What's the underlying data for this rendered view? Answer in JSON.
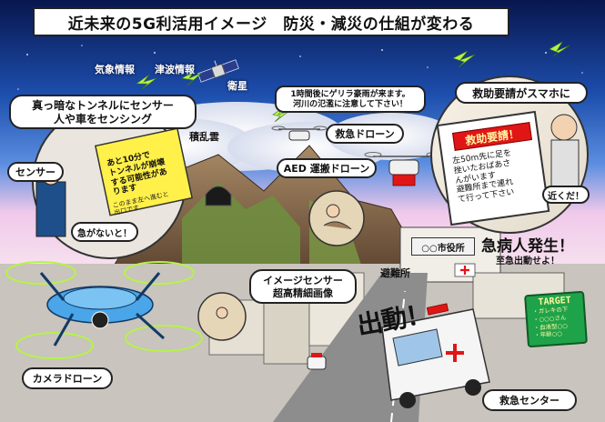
{
  "title": "近未来の5G利活用イメージ　防災・減災の仕組が変わる",
  "sky": {
    "weather_info": "気象情報",
    "tsunami_info": "津波情報",
    "satellite": "衛星",
    "cumulonimbus": "積乱雲"
  },
  "tunnel": {
    "bubble_line1": "真っ暗なトンネルにセンサー",
    "bubble_line2": "人や車をセンシング",
    "sensor_label": "センサー",
    "screen_line1": "あと10分で",
    "screen_line2": "トンネルが崩壊",
    "screen_line3": "する可能性があ",
    "screen_line4": "ります",
    "screen_sub1": "このまま左へ進むと",
    "screen_sub2": "出口です",
    "hurry": "急がないと！"
  },
  "rain_warning": {
    "line1": "1時間後にゲリラ豪雨が来ます。",
    "line2": "河川の氾濫に注意して下さい！"
  },
  "drones": {
    "rescue": "救急ドローン",
    "aed": "AED 運搬ドローン",
    "camera": "カメラドローン"
  },
  "phone": {
    "caption": "救助要請がスマホに",
    "header": "救助要請！",
    "line1": "左50m先に足を",
    "line2": "挫いたおばあさ",
    "line3": "んがいます",
    "line4": "避難所まで連れ",
    "line5": "て行って下さい",
    "nearby": "近くだ！"
  },
  "image_sensor": {
    "line1": "イメージセンサー",
    "line2": "超高精細画像"
  },
  "town": {
    "city_office": "○○市役所",
    "shelter": "避難所"
  },
  "emergency": {
    "title": "急病人発生！",
    "sub": "至急出動せよ！",
    "shutsudo": "出動！",
    "center": "救急センター",
    "target_title": "TARGET",
    "target_line1": "・ガレキの下",
    "target_line2": "・○○○さん",
    "target_line3": "・血液型○○",
    "target_line4": "・年齢○○"
  },
  "colors": {
    "sky_top": "#0a1a5a",
    "sky_mid": "#2c6fd0",
    "sky_glow": "#f2c6ea",
    "mountain": "#8a6a4a",
    "greenery": "#5fa04a",
    "drone_body": "#4aa6e8",
    "alert_red": "#e01616",
    "target_green": "#1fa34a"
  }
}
